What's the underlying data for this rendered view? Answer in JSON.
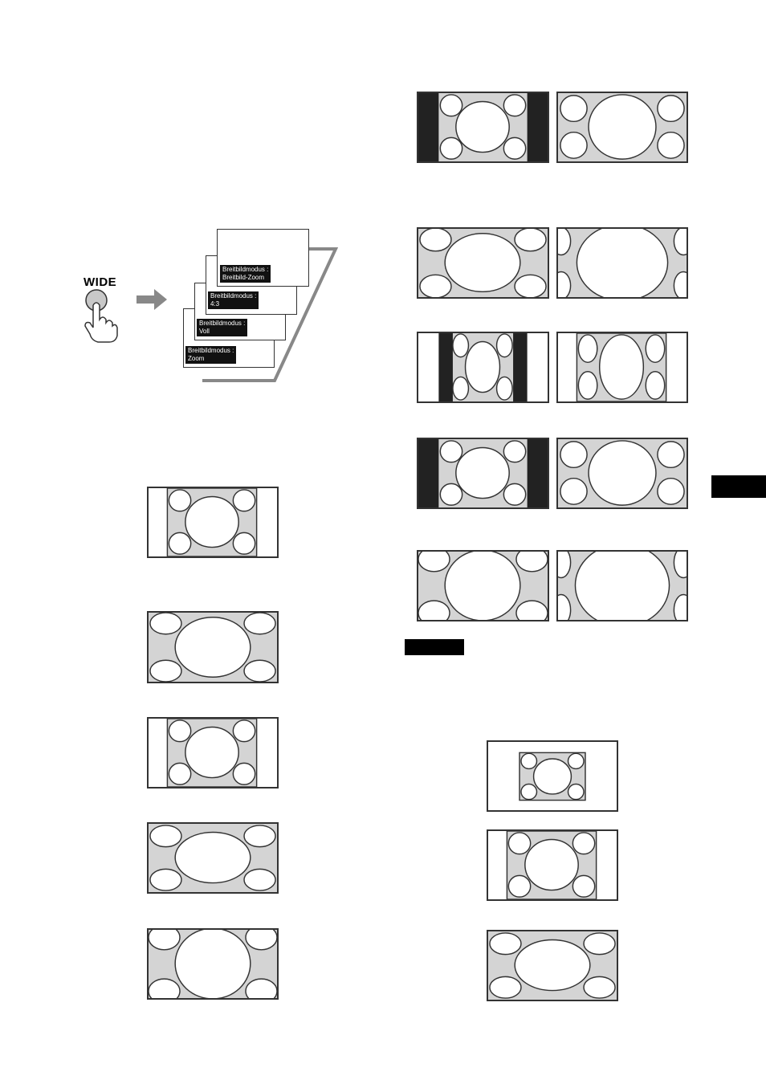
{
  "remote": {
    "button_label": "WIDE"
  },
  "wide_modes": [
    {
      "label_line1": "Breitbildmodus :",
      "label_line2": "Breitbild-Zoom"
    },
    {
      "label_line1": "Breitbildmodus :",
      "label_line2": "4:3"
    },
    {
      "label_line1": "Breitbildmodus :",
      "label_line2": "Voll"
    },
    {
      "label_line1": "Breitbildmodus :",
      "label_line2": "Zoom"
    }
  ],
  "note_badge": "",
  "colors": {
    "fill_gray": "#d4d4d4",
    "bar_black": "#222222",
    "frame": "#333333",
    "arrow": "#888888"
  }
}
